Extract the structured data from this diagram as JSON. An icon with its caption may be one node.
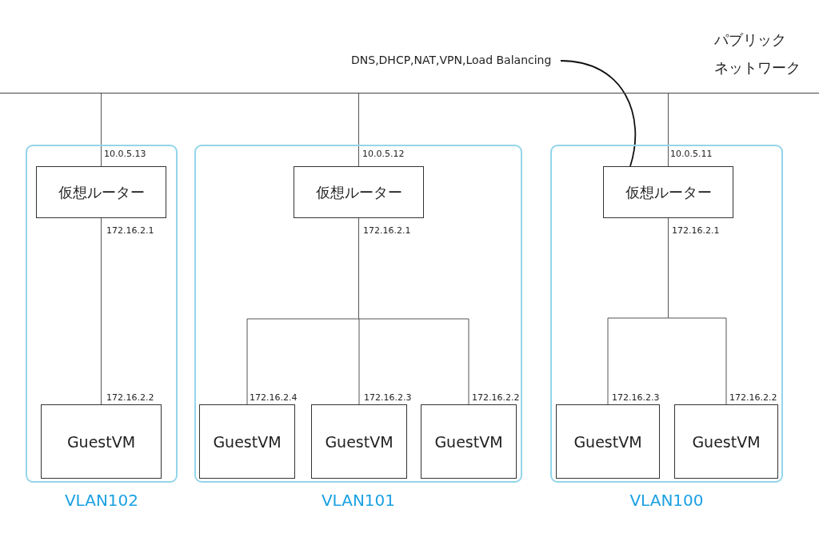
{
  "diagram": {
    "nodes": [
      {
        "text": [],
        "shape": "bar",
        "beside": [
          "パブリック",
          "ネットワーク"
        ]
      },
      {
        "text": [
          "DNS,DHCP,NAT,VPN,Load Balancing"
        ]
      },
      {
        "text": [
          "VLAN102"
        ]
      },
      {
        "text": [
          "仮想ルーター"
        ],
        "in": 2
      },
      {
        "text": [
          "GuestVM"
        ],
        "in": 2
      },
      {
        "text": [
          "VLAN101"
        ]
      },
      {
        "text": [
          "仮想ルーター"
        ],
        "in": 5
      },
      {
        "text": [
          "GuestVM"
        ],
        "in": 5
      },
      {
        "text": [
          "GuestVM"
        ],
        "in": 5
      },
      {
        "text": [
          "GuestVM"
        ],
        "in": 5
      },
      {
        "text": [
          "VLAN100"
        ]
      },
      {
        "text": [
          "仮想ルーター"
        ],
        "in": 10
      },
      {
        "text": [
          "GuestVM"
        ],
        "in": 10
      },
      {
        "text": [
          "GuestVM"
        ],
        "in": 10
      }
    ],
    "edges": [
      {
        "from": 0,
        "to": 3,
        "arrow": "none"
      },
      {
        "from": 3,
        "to": 4,
        "arrow": "none"
      },
      {
        "from": 0,
        "to": 6,
        "arrow": "none"
      },
      {
        "from": 6,
        "to": 7,
        "arrow": "none"
      },
      {
        "from": 6,
        "to": 8,
        "arrow": "none"
      },
      {
        "from": 6,
        "to": 9,
        "arrow": "none"
      },
      {
        "from": 0,
        "to": 11,
        "arrow": "none"
      },
      {
        "from": 11,
        "to": 12,
        "arrow": "none"
      },
      {
        "from": 11,
        "to": 13,
        "arrow": "none"
      },
      {
        "from": 1,
        "to": 11,
        "arrow": "none"
      }
    ],
    "labels": [
      "10.0.5.13",
      "172.16.2.1",
      "172.16.2.2",
      "10.0.5.12",
      "172.16.2.1",
      "172.16.2.4",
      "172.16.2.3",
      "172.16.2.2",
      "10.0.5.11",
      "172.16.2.1",
      "172.16.2.3",
      "172.16.2.2"
    ]
  }
}
